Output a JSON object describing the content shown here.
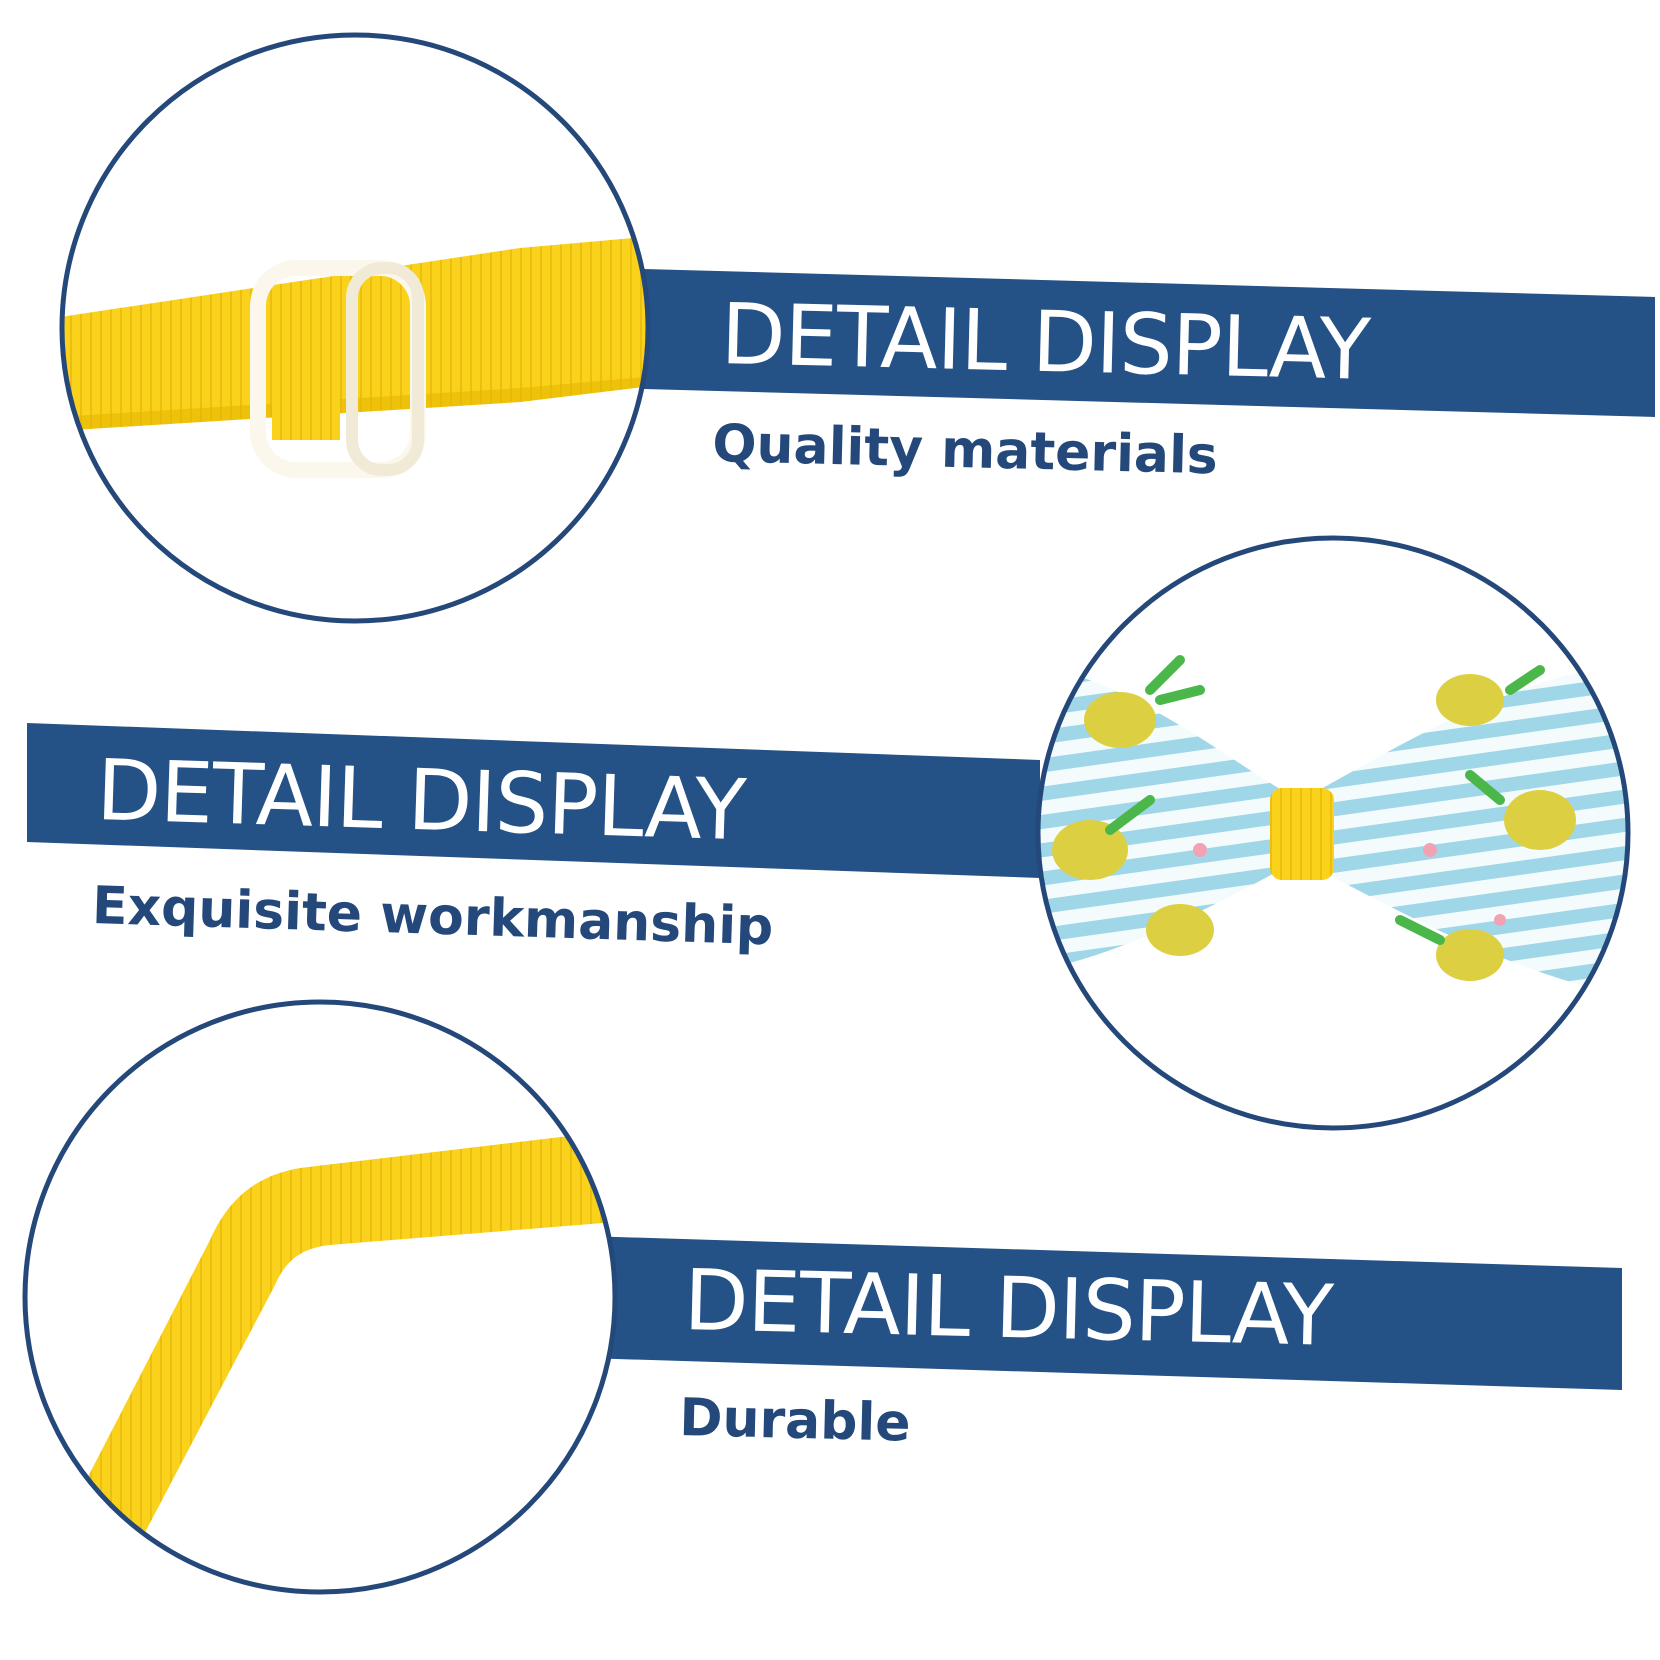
{
  "colors": {
    "banner": "#245186",
    "circle_border": "#24487a",
    "caption": "#24487a",
    "ribbon_yellow": "#fbd21b",
    "ribbon_shadow": "#e6b800",
    "buckle": "#fbf7ec",
    "bow_stripe_blue": "#9fd6e8",
    "bow_stripe_white": "#f3fbfd",
    "pineapple": "#dcd042",
    "leaf": "#4bb74a",
    "starfish": "#f2a3b3"
  },
  "panels": [
    {
      "heading": "DETAIL DISPLAY",
      "caption": "Quality materials",
      "photo": "yellow-strap-with-buckle"
    },
    {
      "heading": "DETAIL DISPLAY",
      "caption": "Exquisite workmanship",
      "photo": "pineapple-print-bow-tie"
    },
    {
      "heading": "DETAIL DISPLAY",
      "caption": "Durable",
      "photo": "yellow-strap-bent"
    }
  ]
}
